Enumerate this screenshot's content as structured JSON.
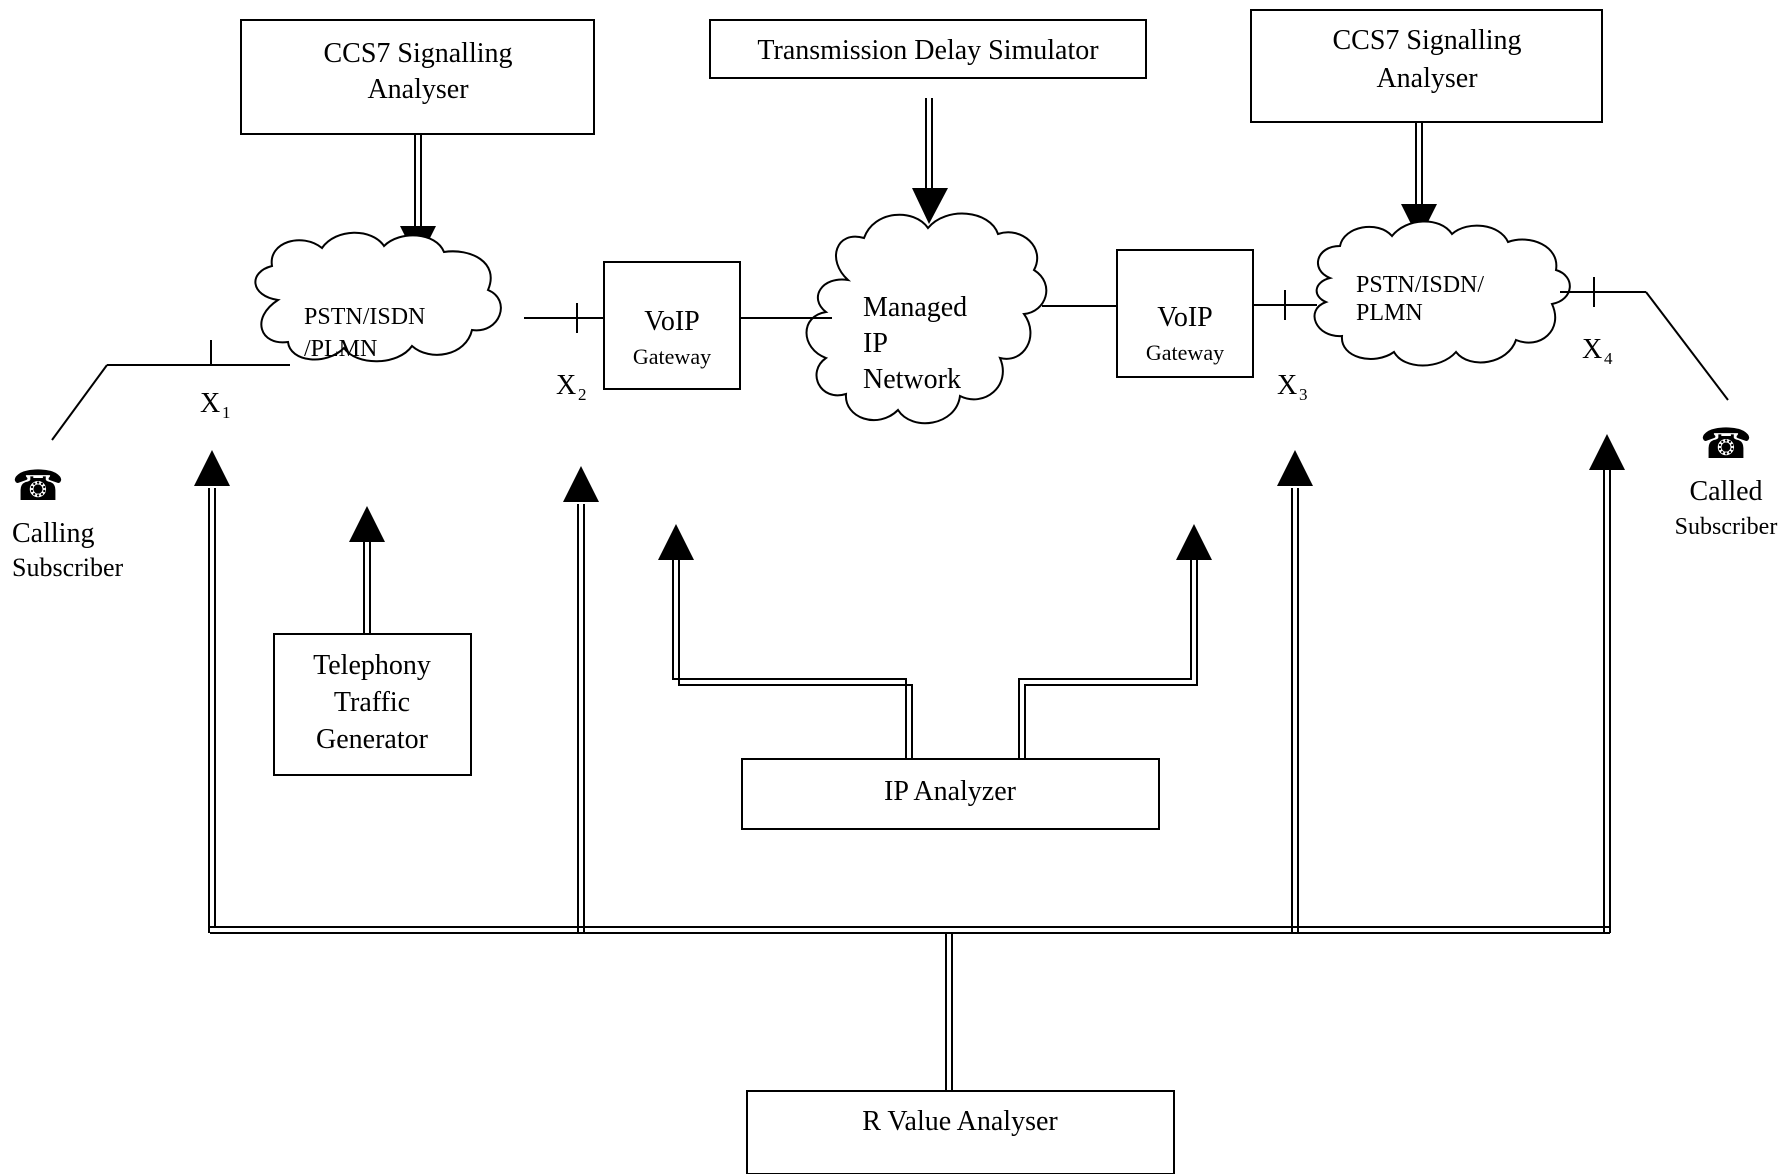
{
  "boxes": {
    "ccs7_left": {
      "line1": "CCS7 Signalling",
      "line2": "Analyser"
    },
    "transmission_delay": {
      "label": "Transmission Delay Simulator"
    },
    "ccs7_right": {
      "line1": "CCS7 Signalling",
      "line2": "Analyser"
    },
    "voip_left": {
      "line1": "VoIP",
      "line2": "Gateway"
    },
    "voip_right": {
      "line1": "VoIP",
      "line2": "Gateway"
    },
    "telephony": {
      "line1": "Telephony",
      "line2": "Traffic",
      "line3": "Generator"
    },
    "ip_analyzer": {
      "label": "IP Analyzer"
    },
    "r_value": {
      "label": "R Value Analyser"
    }
  },
  "clouds": {
    "pstn_left": {
      "line1": "PSTN/ISDN",
      "line2": "/PLMN"
    },
    "managed_ip": {
      "line1": "Managed",
      "line2": "IP",
      "line3": "Network"
    },
    "pstn_right": {
      "line1": "PSTN/ISDN/",
      "line2": "PLMN"
    }
  },
  "points": {
    "x1": {
      "base": "X",
      "sub": "1"
    },
    "x2": {
      "base": "X",
      "sub": "2"
    },
    "x3": {
      "base": "X",
      "sub": "3"
    },
    "x4": {
      "base": "X",
      "sub": "4"
    }
  },
  "subscribers": {
    "calling": {
      "line1": "Calling",
      "line2": "Subscriber",
      "icon": "telephone-icon"
    },
    "called": {
      "line1": "Called",
      "line2": "Subscriber",
      "icon": "telephone-icon"
    }
  },
  "phone_glyph": "☎"
}
